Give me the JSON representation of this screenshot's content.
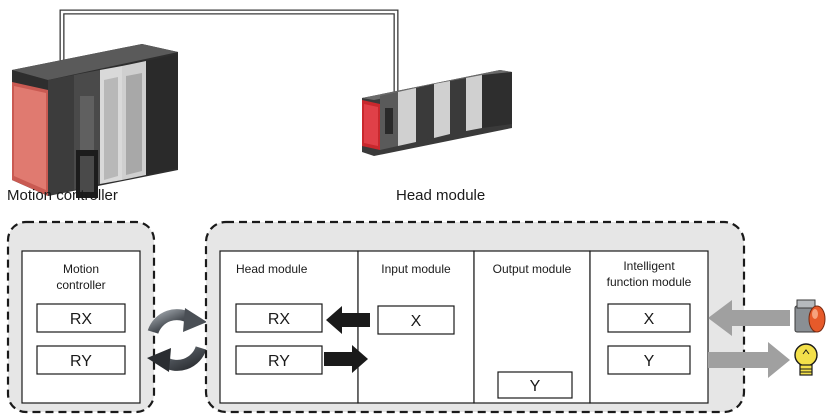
{
  "devices": {
    "motion_controller_caption": "Motion controller",
    "head_module_caption": "Head module"
  },
  "left_group": {
    "station_title_line1": "Motion",
    "station_title_line2": "controller",
    "rx_label": "RX",
    "ry_label": "RY"
  },
  "right_group": {
    "head_module": {
      "title": "Head module",
      "rx_label": "RX",
      "ry_label": "RY"
    },
    "input_module": {
      "title": "Input module",
      "x_label": "X"
    },
    "output_module": {
      "title": "Output module",
      "y_label": "Y"
    },
    "intelligent_module": {
      "title_line1": "Intelligent",
      "title_line2": "function module",
      "x_label": "X",
      "y_label": "Y"
    }
  },
  "icons": {
    "cyclic": "cyclic-transmission-icon",
    "switch": "push-button-switch-icon",
    "lamp": "lamp-icon"
  },
  "colors": {
    "group_fill": "#e6e6e6",
    "module_red": "#c9282d",
    "arrow_black": "#1a1a1a",
    "arrow_gray": "#a0a0a0",
    "lamp_yellow": "#f3e04a",
    "button_orange": "#e65a2a"
  }
}
